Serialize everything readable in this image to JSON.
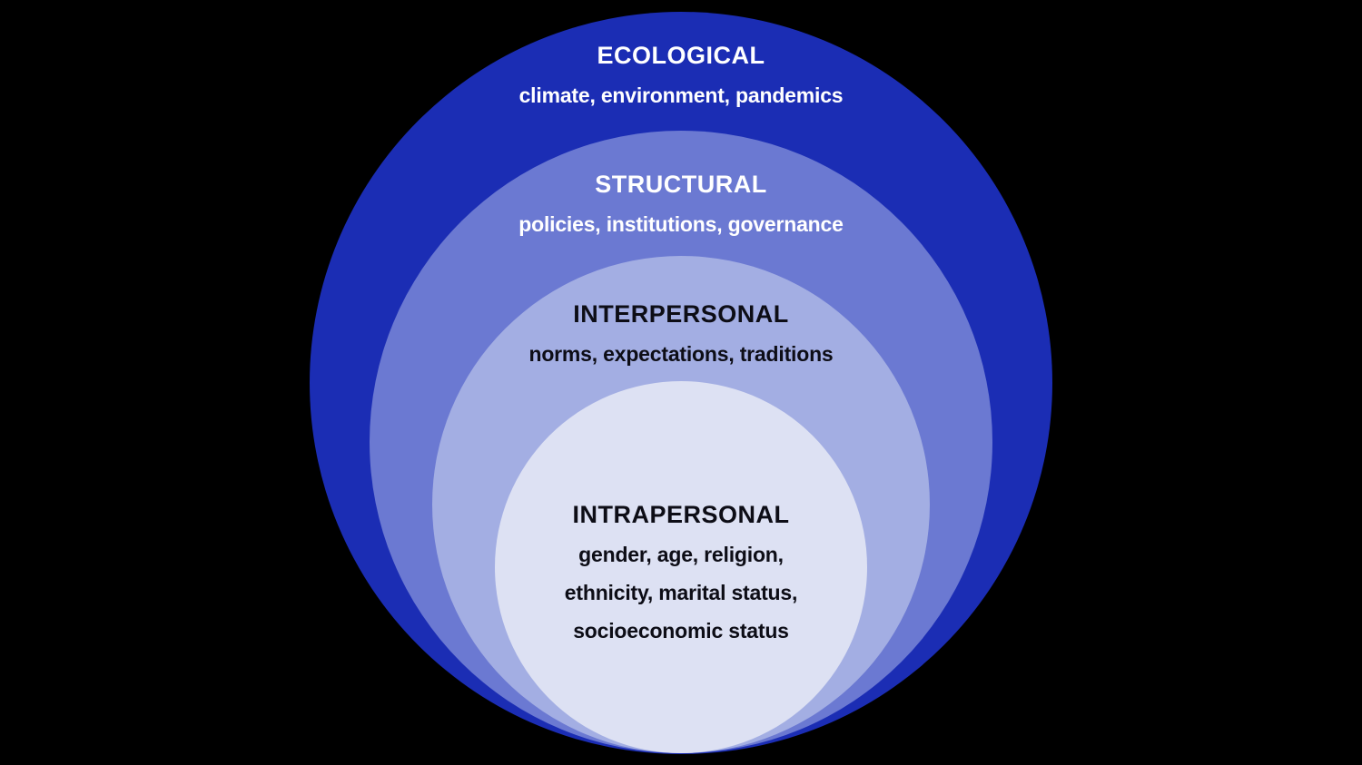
{
  "diagram": {
    "background_color": "#000000",
    "layers": [
      {
        "id": "ecological",
        "title": "ECOLOGICAL",
        "subtitle_lines": [
          "climate, environment, pandemics"
        ],
        "color": "#1b2db4",
        "text_color": "#ffffff"
      },
      {
        "id": "structural",
        "title": "STRUCTURAL",
        "subtitle_lines": [
          "policies, institutions, governance"
        ],
        "color": "#6b79d2",
        "text_color": "#ffffff"
      },
      {
        "id": "interpersonal",
        "title": "INTERPERSONAL",
        "subtitle_lines": [
          "norms, expectations, traditions"
        ],
        "color": "#a3aee3",
        "text_color": "#0d0d16"
      },
      {
        "id": "intrapersonal",
        "title": "INTRAPERSONAL",
        "subtitle_lines": [
          "gender, age, religion,",
          "ethnicity, marital status,",
          "socioeconomic status"
        ],
        "color": "#dde1f3",
        "text_color": "#0d0d16"
      }
    ]
  }
}
